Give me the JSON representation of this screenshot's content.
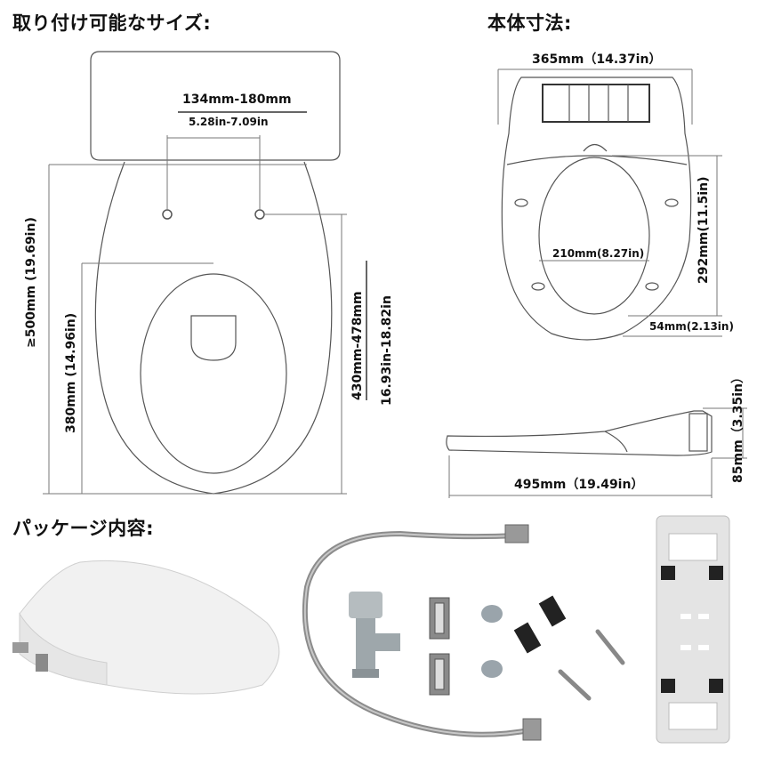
{
  "headings": {
    "mount": "取り付け可能なサイズ:",
    "body": "本体寸法:",
    "package": "パッケージ内容:"
  },
  "mount_diagram": {
    "bolt_spacing": "134mm-180mm",
    "bolt_spacing_in": "5.28in-7.09in",
    "total_length": "≥500mm (19.69in)",
    "bowl_length": "380mm (14.96in)",
    "bolt_to_front": "430mm-478mm",
    "bolt_to_front_in": "16.93in-18.82in"
  },
  "body_diagram": {
    "width": "365mm（14.37in）",
    "opening_width": "210mm(8.27in)",
    "opening_length": "292mm(11.5in)",
    "rim_width": "54mm(2.13in)",
    "length": "495mm（19.49in）",
    "height": "85mm（3.35in）"
  },
  "package_items": [
    "bidet-seat",
    "water-hose",
    "t-valve",
    "mounting-brackets",
    "rubber-caps",
    "expansion-anchors",
    "screws",
    "mounting-plate"
  ]
}
